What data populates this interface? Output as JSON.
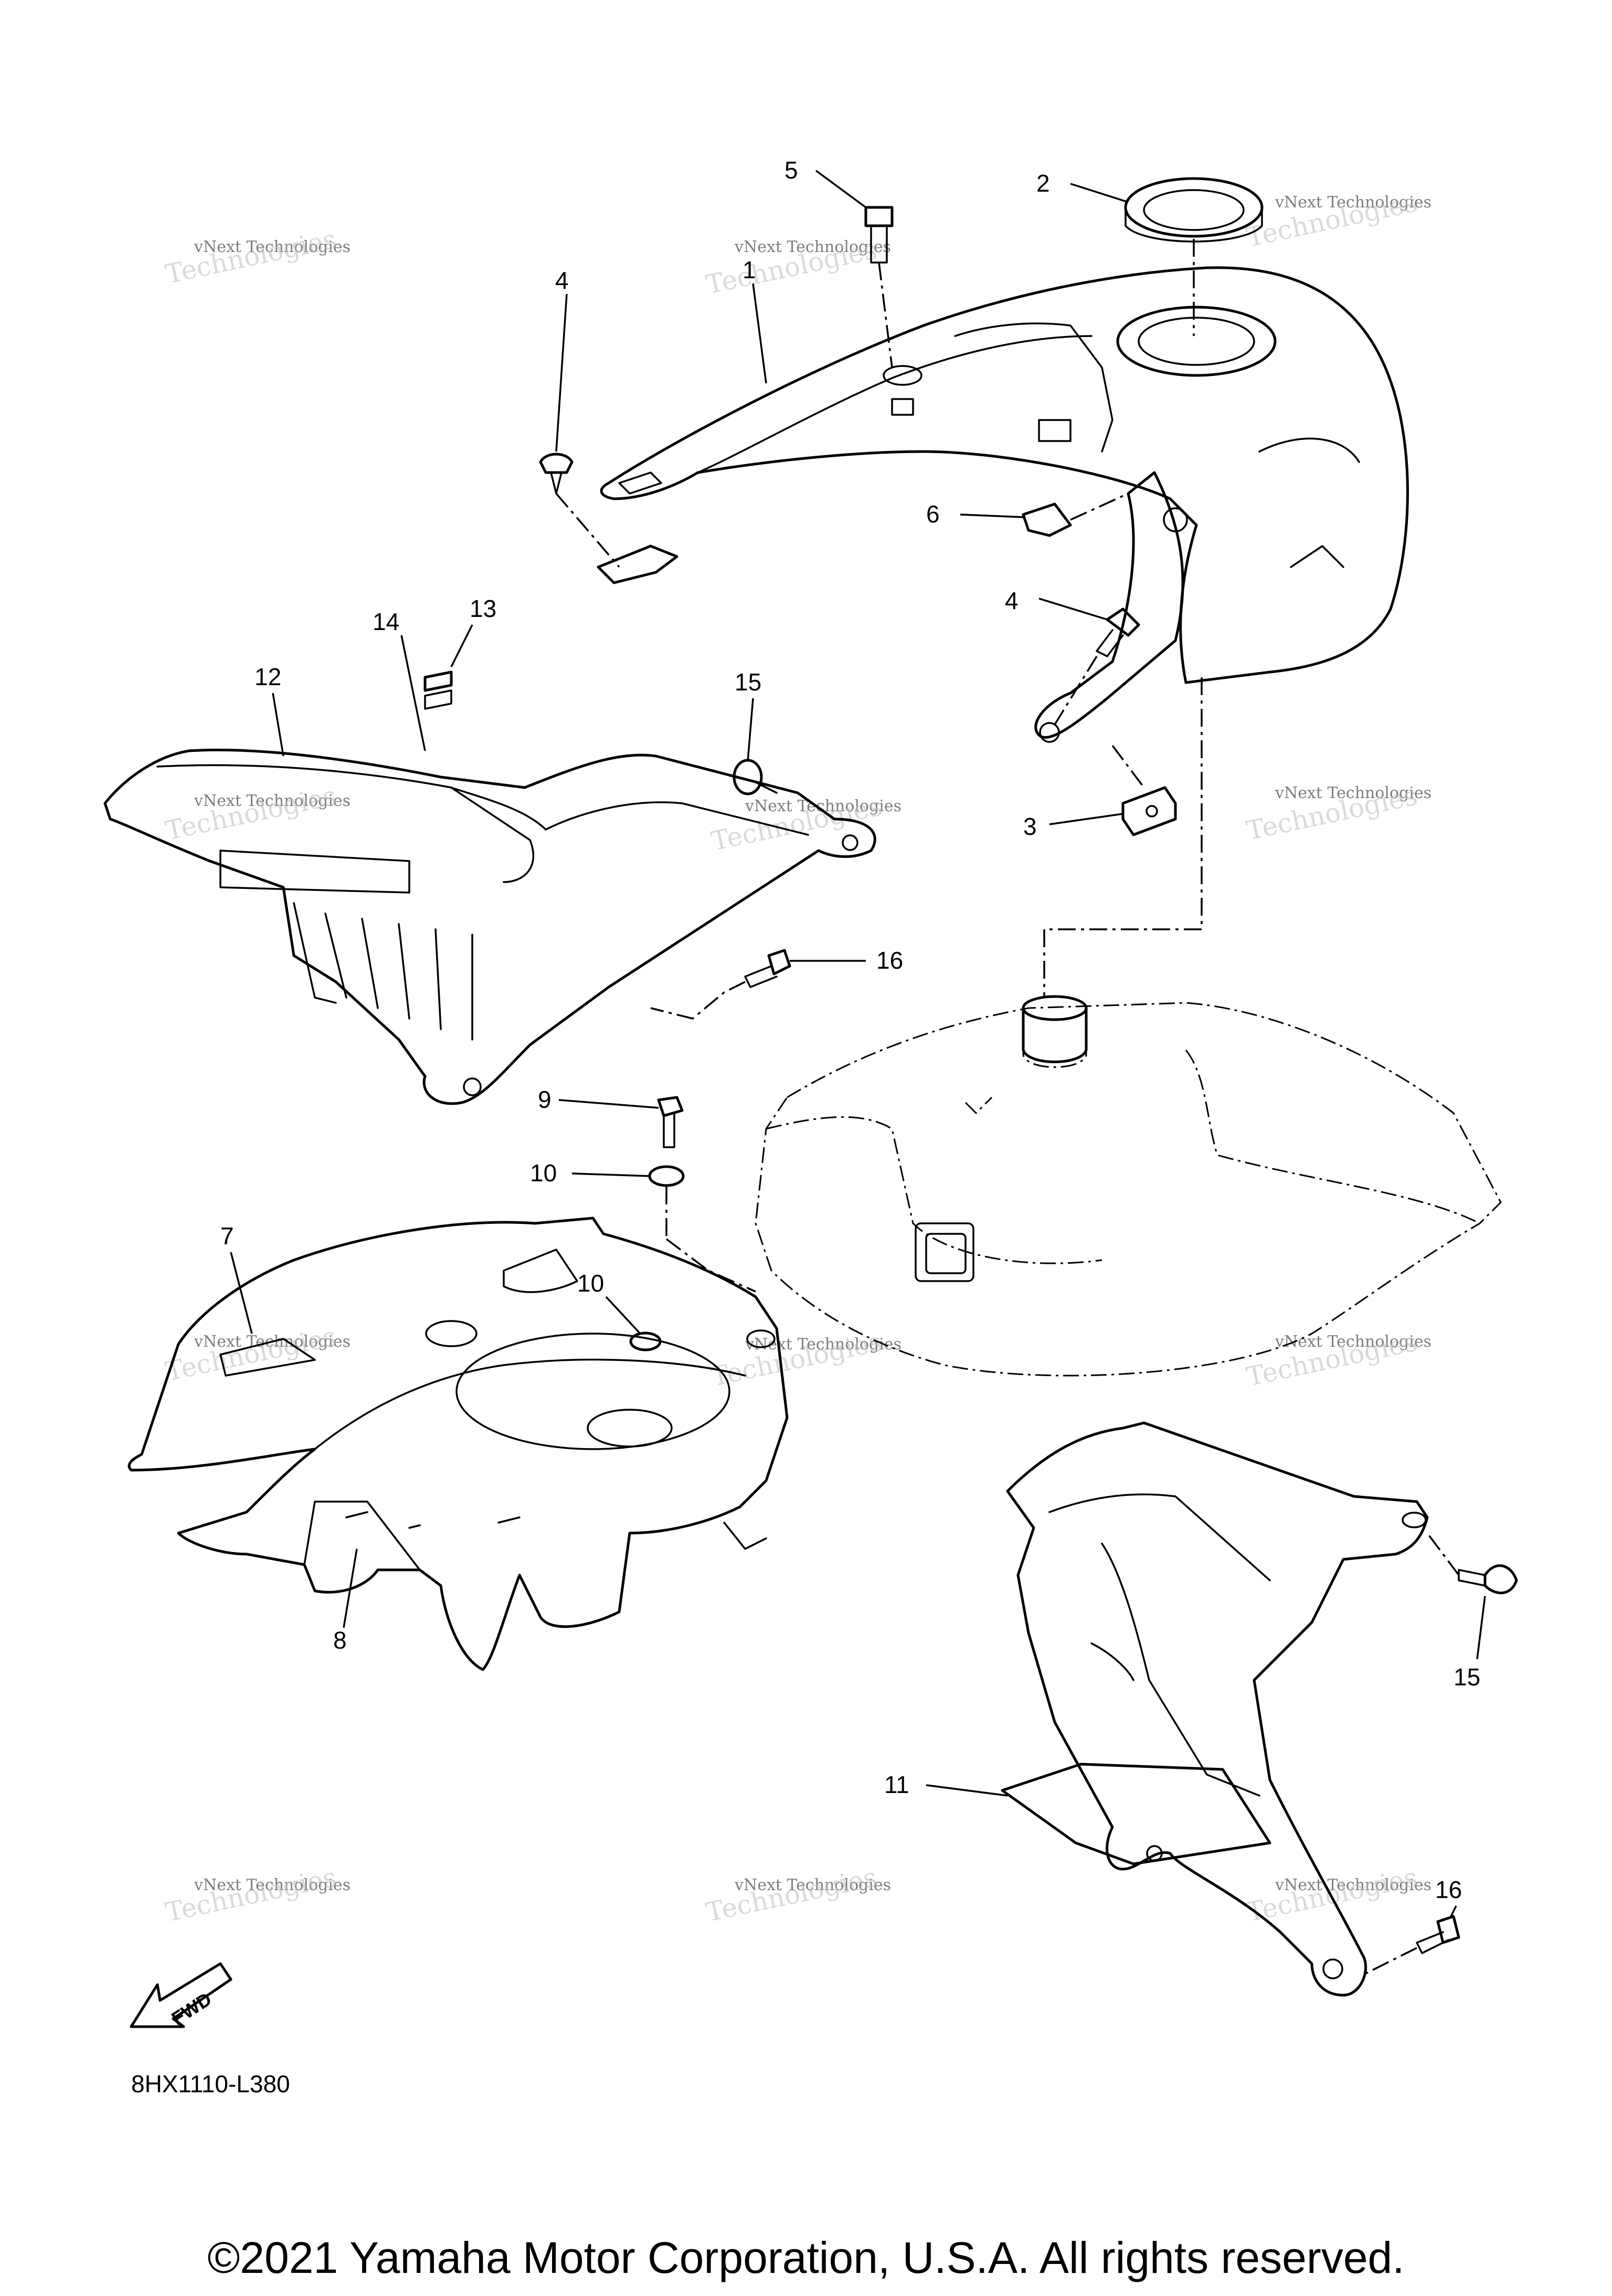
{
  "callouts": [
    "1",
    "2",
    "3",
    "4",
    "4",
    "5",
    "6",
    "7",
    "8",
    "9",
    "10",
    "10",
    "11",
    "12",
    "13",
    "14",
    "15",
    "15",
    "16",
    "16"
  ],
  "watermark": {
    "line1": "vNext Technologies",
    "line2": "Technologies"
  },
  "fwd_label": "FWD",
  "diagram_code": "8HX1110-L380",
  "copyright": "©2021 Yamaha Motor Corporation, U.S.A. All rights reserved."
}
